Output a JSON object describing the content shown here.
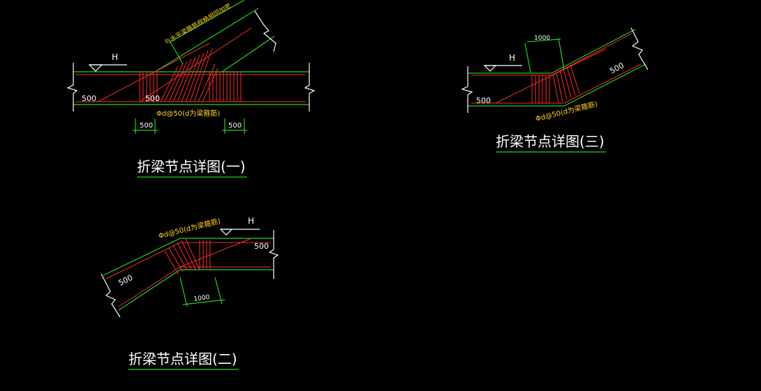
{
  "diagrams": {
    "d1": {
      "title": "折梁节点详图(一)",
      "level_mark": "H",
      "dim_left": "500",
      "dim_mid": "500",
      "stirrup_note": "Φd@50(d为梁箍筋)",
      "top_note": "与水平梁箍筋规格相同加密",
      "bottom_dim_left": "500",
      "bottom_dim_right": "500"
    },
    "d2": {
      "title": "折梁节点详图(二)",
      "level_mark": "H",
      "stirrup_note": "Φd@50(d为梁箍筋)",
      "dim_right": "500",
      "dim_slope": "500",
      "dim_bottom": "1000"
    },
    "d3": {
      "title": "折梁节点详图(三)",
      "level_mark": "H",
      "dim_top": "1000",
      "dim_slope": "500",
      "dim_left": "500",
      "stirrup_note": "Φd@50(d为梁箍筋)"
    }
  },
  "colors": {
    "background": "#000000",
    "outline": "#21d321",
    "rebar": "#ff2a2a",
    "annotation": "#ffd21f",
    "text": "#ffffff"
  }
}
